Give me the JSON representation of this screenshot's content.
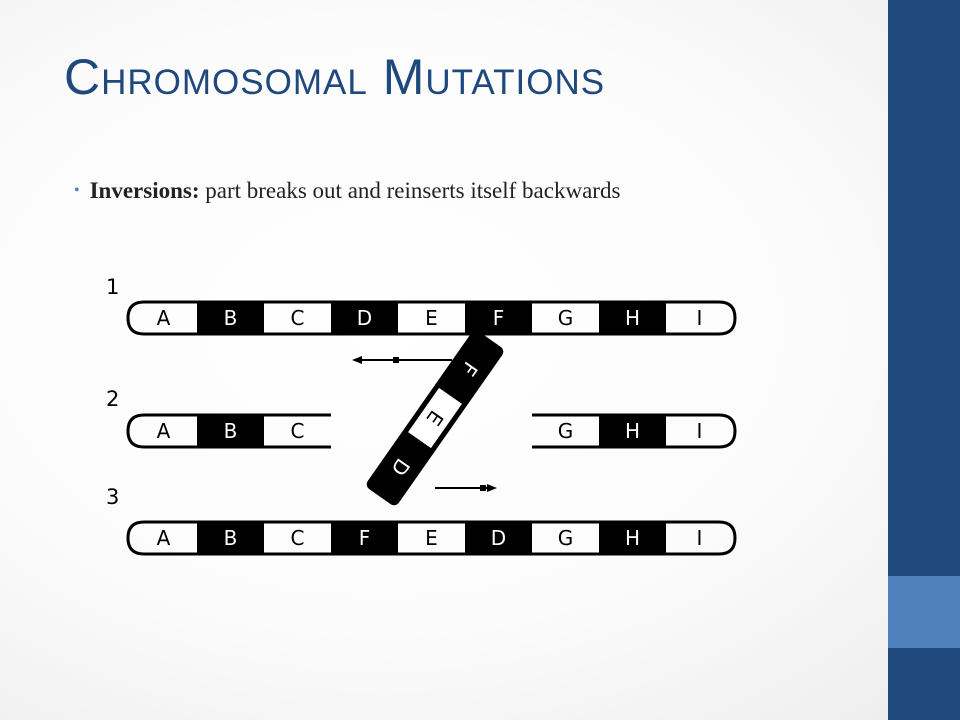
{
  "slide": {
    "title": "Chromosomal Mutations",
    "bullet": {
      "term": "Inversions:",
      "text": "part breaks out and reinserts itself backwards"
    }
  },
  "theme": {
    "title_color": "#1f497d",
    "sidebar_color": "#1f497d",
    "sidebar_accent_color": "#4f81bd",
    "bullet_color": "#4f81bd"
  },
  "diagram": {
    "steps": [
      {
        "label": "1",
        "segments": [
          "A",
          "B",
          "C",
          "D",
          "E",
          "F",
          "G",
          "H",
          "I"
        ],
        "dark": [
          false,
          true,
          false,
          true,
          false,
          true,
          false,
          true,
          false
        ]
      },
      {
        "label": "2",
        "left_segments": [
          "A",
          "B",
          "C"
        ],
        "left_dark": [
          false,
          true,
          false
        ],
        "right_segments": [
          "G",
          "H",
          "I"
        ],
        "right_dark": [
          false,
          true,
          false
        ]
      },
      {
        "label": "3",
        "segments": [
          "A",
          "B",
          "C",
          "F",
          "E",
          "D",
          "G",
          "H",
          "I"
        ],
        "dark": [
          false,
          true,
          false,
          true,
          false,
          true,
          false,
          true,
          false
        ]
      }
    ],
    "broken_piece": {
      "segments": [
        "D",
        "E",
        "F"
      ],
      "dark": [
        true,
        false,
        true
      ]
    }
  }
}
